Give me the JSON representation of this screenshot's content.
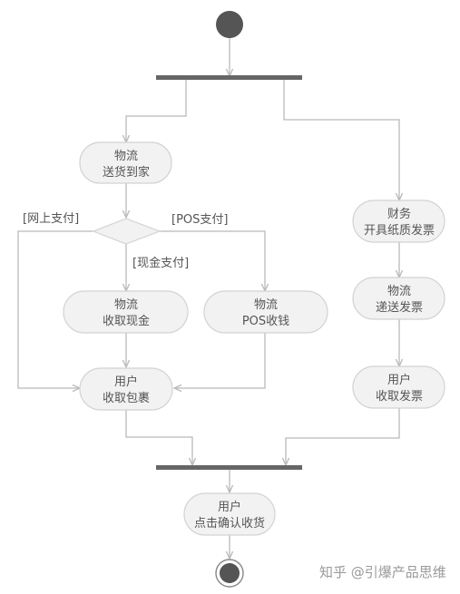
{
  "diagram": {
    "nodes": {
      "logistics_deliver": {
        "lines": [
          "物流",
          "送货到家"
        ]
      },
      "finance_invoice": {
        "lines": [
          "财务",
          "开具纸质发票"
        ]
      },
      "logistics_cash": {
        "lines": [
          "物流",
          "收取现金"
        ]
      },
      "logistics_pos": {
        "lines": [
          "物流",
          "POS收钱"
        ]
      },
      "logistics_send_invoice": {
        "lines": [
          "物流",
          "递送发票"
        ]
      },
      "user_package": {
        "lines": [
          "用户",
          "收取包裹"
        ]
      },
      "user_invoice": {
        "lines": [
          "用户",
          "收取发票"
        ]
      },
      "user_confirm": {
        "lines": [
          "用户",
          "点击确认收货"
        ]
      }
    },
    "guards": {
      "online": "[网上支付]",
      "pos": "[POS支付]",
      "cash": "[现金支付]"
    }
  },
  "watermark": "知乎 @引爆产品思维",
  "colors": {
    "line": "#b9b9b9",
    "node_fill": "#f2f2f2",
    "node_stroke": "#d2d2d2",
    "bar": "#666666",
    "dot": "#555555",
    "text": "#555555"
  }
}
